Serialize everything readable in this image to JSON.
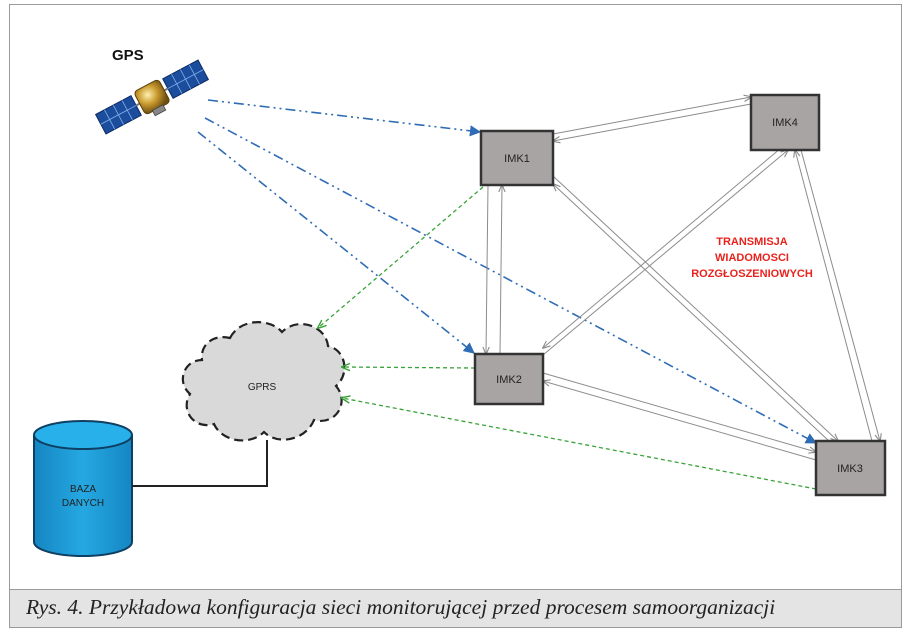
{
  "diagram": {
    "satellite_label": "GPS",
    "cloud_label": "GPRS",
    "database_label_line1": "BAZA",
    "database_label_line2": "DANYCH",
    "nodes": [
      {
        "id": "imk1",
        "label": "IMK1"
      },
      {
        "id": "imk2",
        "label": "IMK2"
      },
      {
        "id": "imk3",
        "label": "IMK3"
      },
      {
        "id": "imk4",
        "label": "IMK4"
      }
    ],
    "broadcast_label_lines": [
      "TRANSMISJA",
      "WIADOMOSCI",
      "ROZGŁOSZENIOWYCH"
    ],
    "colors": {
      "gps_link": "#2f6cb5",
      "gprs_link": "#3aa33a",
      "mesh_link": "#8c8c8c",
      "node_fill": "#a8a4a4",
      "node_border": "#333333",
      "cloud_fill": "#d9d9d9",
      "database_fill": "#1e9fd8",
      "broadcast_text": "#e8231d",
      "caption_bar": "#e4e4e4"
    }
  },
  "caption": "Rys. 4. Przykładowa konfiguracja sieci monitorującej przed procesem samoorganizacji"
}
